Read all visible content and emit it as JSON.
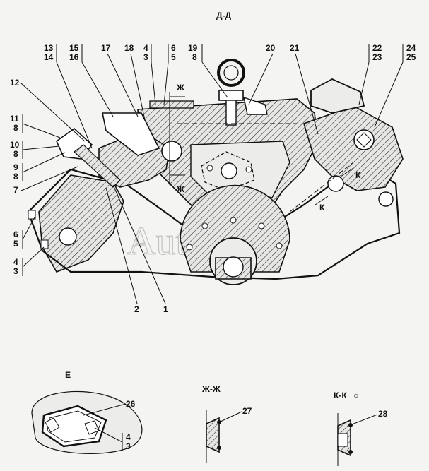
{
  "section_titles": {
    "main": "Д-Д",
    "view_e": "Е",
    "section_zh": "Ж-Ж",
    "section_k": "К-К"
  },
  "section_mark_k": "○",
  "cut_markers": {
    "zh": "Ж",
    "k": "К"
  },
  "watermark": "AutoSoft",
  "callouts": {
    "n1": "1",
    "n2": "2",
    "n3": "3",
    "n4": "4",
    "n5": "5",
    "n6": "6",
    "n7": "7",
    "n8": "8",
    "n9": "9",
    "n10": "10",
    "n11": "11",
    "n12": "12",
    "n13": "13",
    "n14": "14",
    "n15": "15",
    "n16": "16",
    "n17": "17",
    "n18": "18",
    "n19": "19",
    "n20": "20",
    "n21": "21",
    "n22": "22",
    "n23": "23",
    "n24": "24",
    "n25": "25",
    "n26": "26",
    "n27": "27",
    "n28": "28"
  }
}
